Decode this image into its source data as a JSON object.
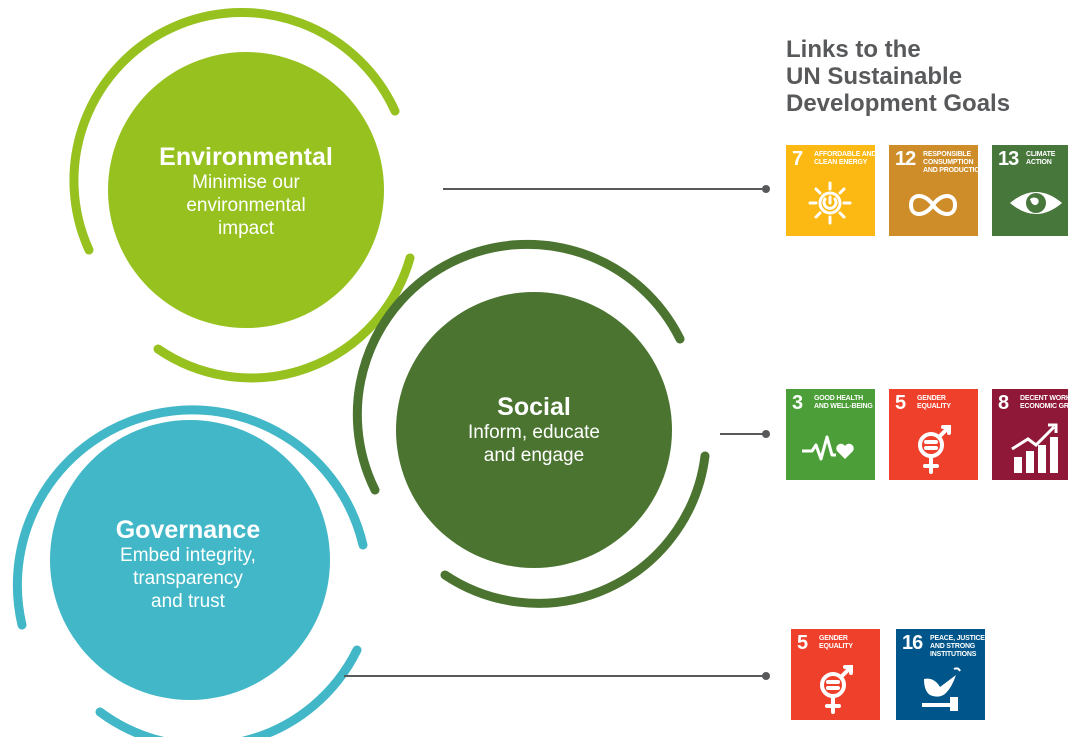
{
  "goals_heading": [
    "Links to the",
    "UN Sustainable",
    "Development Goals"
  ],
  "pillars": [
    {
      "title": "Environmental",
      "subtitle": [
        "Minimise our",
        "environmental",
        "impact"
      ],
      "color": "#96c11f",
      "ring_color": "#96c11f"
    },
    {
      "title": "Social",
      "subtitle": [
        "Inform, educate",
        "and engage"
      ],
      "color": "#4b7431",
      "ring_color": "#4b7431"
    },
    {
      "title": "Governance",
      "subtitle": [
        "Embed integrity,",
        "transparency",
        "and trust"
      ],
      "color": "#41b7c7",
      "ring_color": "#41b7c7"
    }
  ],
  "connector_color": "#58595b",
  "sdg_rows": [
    [
      {
        "number": "7",
        "label": "AFFORDABLE AND\nCLEAN ENERGY",
        "color": "#fcb913",
        "icon": "sun-power-icon"
      },
      {
        "number": "12",
        "label": "RESPONSIBLE\nCONSUMPTION\nAND PRODUCTION",
        "color": "#cf8d2a",
        "icon": "infinity-icon"
      },
      {
        "number": "13",
        "label": "CLIMATE\nACTION",
        "color": "#48773c",
        "icon": "eye-globe-icon"
      }
    ],
    [
      {
        "number": "3",
        "label": "GOOD HEALTH\nAND WELL-BEING",
        "color": "#4c9f38",
        "icon": "heartbeat-icon"
      },
      {
        "number": "5",
        "label": "GENDER\nEQUALITY",
        "color": "#ef402b",
        "icon": "gender-equality-icon"
      },
      {
        "number": "8",
        "label": "DECENT WORK AND\nECONOMIC GROWTH",
        "color": "#8f1838",
        "icon": "growth-chart-icon"
      }
    ],
    [
      {
        "number": "5",
        "label": "GENDER\nEQUALITY",
        "color": "#ef402b",
        "icon": "gender-equality-icon"
      },
      {
        "number": "16",
        "label": "PEACE, JUSTICE\nAND STRONG\nINSTITUTIONS",
        "color": "#00558a",
        "icon": "dove-gavel-icon"
      }
    ]
  ]
}
